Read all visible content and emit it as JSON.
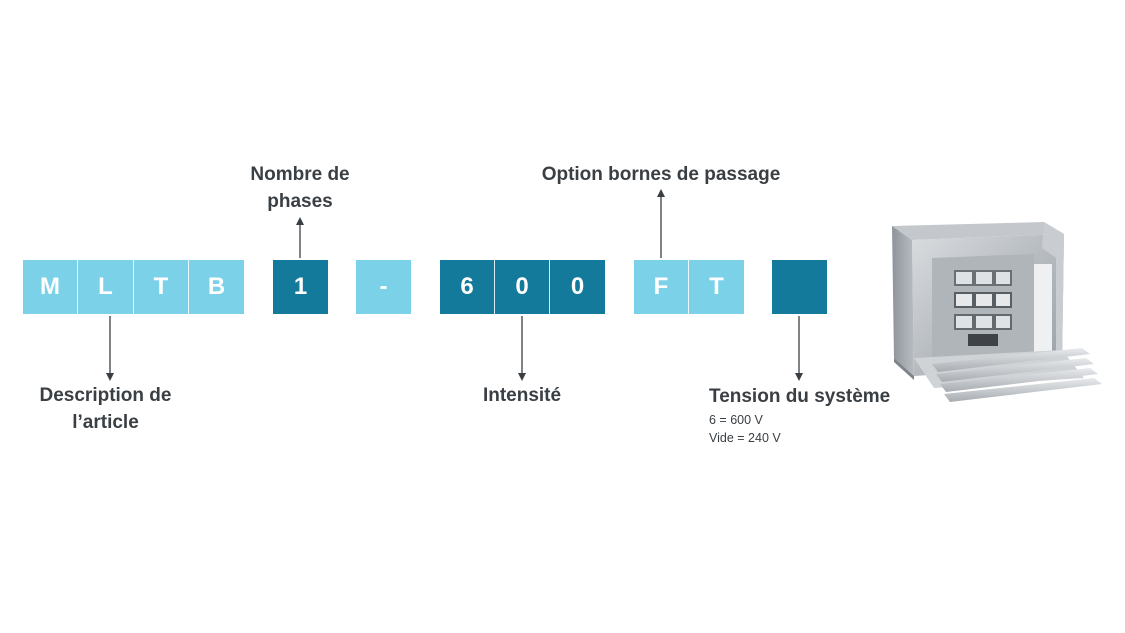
{
  "code": {
    "segment1": [
      "M",
      "L",
      "T",
      "B"
    ],
    "segment2": [
      "1"
    ],
    "segment3": [
      "-"
    ],
    "segment4": [
      "6",
      "0",
      "0"
    ],
    "segment5": [
      "F",
      "T"
    ],
    "segment6": [
      ""
    ]
  },
  "labels": {
    "description_line1": "Description de",
    "description_line2": "l’article",
    "phases_line1": "Nombre de",
    "phases_line2": "phases",
    "intensity": "Intensité",
    "feedthrough": "Option bornes de passage",
    "voltage": "Tension du système",
    "voltage_note1": "6 = 600 V",
    "voltage_note2": "Vide = 240 V"
  },
  "colors": {
    "light_box": "#7bd2e8",
    "dark_box": "#137a9c",
    "text": "#3a3f44"
  }
}
